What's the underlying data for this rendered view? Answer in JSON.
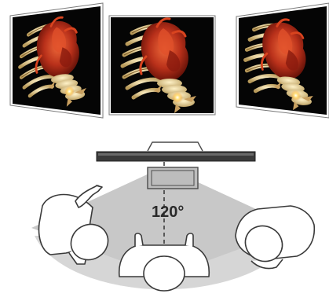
{
  "figure": {
    "angle_label": "120°",
    "panels": [
      {
        "view": "left",
        "subject": "3d-rendered-ribcage-heart"
      },
      {
        "view": "center",
        "subject": "3d-rendered-ribcage-heart"
      },
      {
        "view": "right",
        "subject": "3d-rendered-ribcage-heart"
      }
    ],
    "colors": {
      "viewing_cone": "#c8c8c8",
      "floor_arc": "#d6d6d6",
      "outline": "#4a4a4a",
      "monitor_bar": "#3a3a3a",
      "screen_bg": "#050505",
      "bone": "#e8d4a0",
      "organ": "#c2361c"
    }
  }
}
